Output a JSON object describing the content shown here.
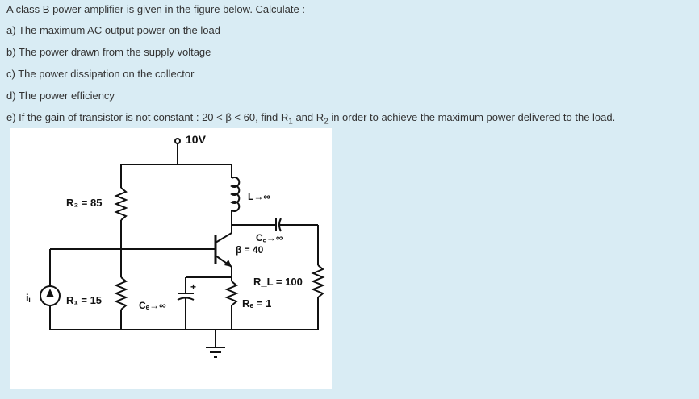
{
  "question": {
    "intro": "A class B power amplifier is given in the figure below. Calculate :",
    "a": "a) The maximum AC output power on the load",
    "b": "b) The power drawn from the supply voltage",
    "c": "c) The power dissipation on the collector",
    "d": "d) The power efficiency",
    "e_pre": "e) If the gain of transistor is not constant : 20 < β < 60, find R",
    "e_sub1": "1",
    "e_mid": " and R",
    "e_sub2": "2",
    "e_post": " in order to achieve the maximum power delivered to the load."
  },
  "circuit": {
    "supply": "10V",
    "r2": "R₂ = 85",
    "r1": "R₁ = 15",
    "inductor": "L→∞",
    "cc": "C꜀→∞",
    "beta": "β = 40",
    "rl": "R_L = 100",
    "re": "Rₑ = 1",
    "ce": "Cₑ→∞",
    "source": "iᵢ"
  }
}
